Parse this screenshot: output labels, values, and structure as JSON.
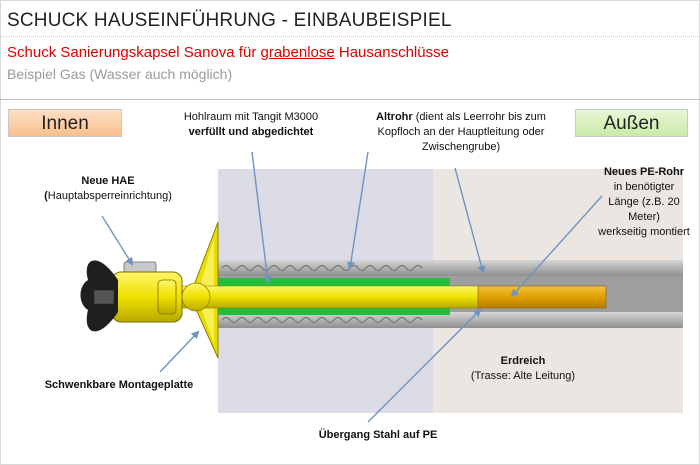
{
  "header": {
    "title": "SCHUCK HAUSEINFÜHRUNG - EINBAUBEISPIEL",
    "subtitle_pre": "Schuck Sanierungskapsel Sanova für ",
    "subtitle_link": "grabenlose",
    "subtitle_post": " Hausanschlüsse",
    "subtitle2": "Beispiel Gas (Wasser auch möglich)"
  },
  "sides": {
    "inside": "Innen",
    "outside": "Außen"
  },
  "labels": {
    "hohlraum_line1": "Hohlraum mit Tangit M3000",
    "hohlraum_line2": "verfüllt und abgedichtet",
    "altrohr_bold": "Altrohr",
    "altrohr_rest1": " (dient als Leerrohr bis zum",
    "altrohr_line2": "Kopfloch an der Hauptleitung oder",
    "altrohr_line3": "Zwischengrube)",
    "hae_bold": "Neue HAE",
    "hae_paren_bold": "(",
    "hae_rest": "Hauptabsperreinrichtung)",
    "pe_bold": "Neues PE-Rohr",
    "pe_line2": "in benötigter",
    "pe_line3": "Länge (z.B. 20",
    "pe_line4": "Meter)",
    "pe_line5": "werkseitig montiert",
    "erdreich_bold": "Erdreich",
    "erdreich_sub": "(Trasse: Alte Leitung)",
    "montage": "Schwenkbare Montageplatte",
    "uebergang": "Übergang Stahl auf PE"
  },
  "colors": {
    "title_red": "#e00000",
    "pipe_yellow": "#f2e400",
    "pe_orange": "#e3a200",
    "seal_green": "#1fbf3c",
    "wall_gray": "#dcdce6",
    "soil_gray": "#ece6e2",
    "arrow_blue": "#6f93c4"
  }
}
